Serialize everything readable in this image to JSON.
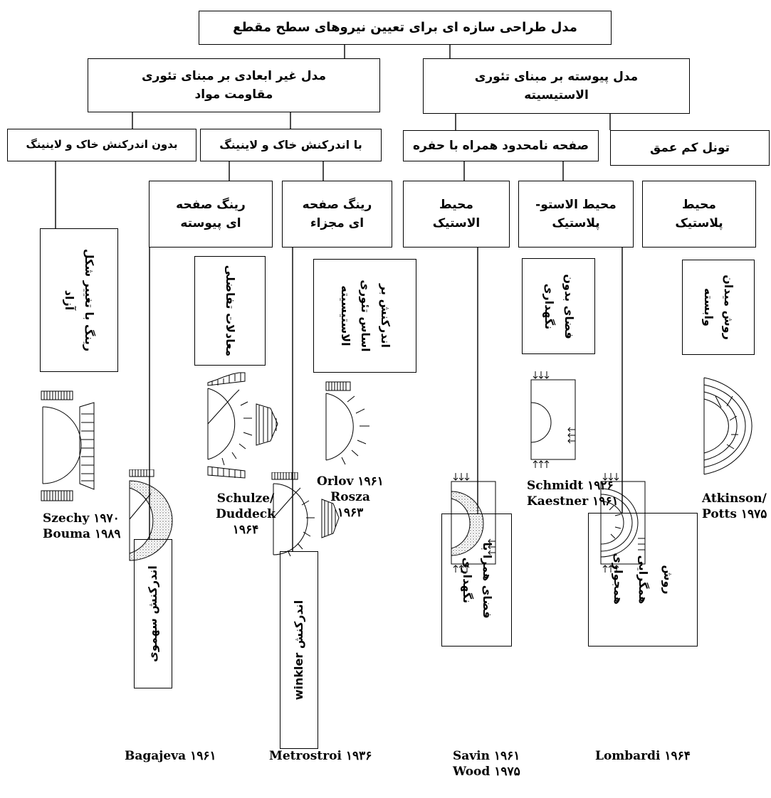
{
  "root": {
    "label": "مدل طراحی سازه ای برای تعیین نیروهای سطح مقطع"
  },
  "level1": {
    "non_dimensional": "مدل غیر ابعادی بر مبنای تئوری مقاومت مواد",
    "continuum": "مدل پیوسته بر مبنای تئوری الاستیسیته"
  },
  "level2": {
    "without_interaction": "بدون اندرکنش خاک و لاینینگ",
    "with_interaction": "با اندرکنش خاک و لاینینگ",
    "infinite_plate": "صفحه نامحدود همراه با حفره",
    "shallow_tunnel": "تونل کم عمق"
  },
  "level3": {
    "continuous_ring": "رینگ صفحه ای پیوسته",
    "segmented_ring": "رینگ صفحه ای مجزاء",
    "elastic_medium": "محیط الاستیک",
    "elasto_plastic_medium": "محیط الاستو- پلاستیک",
    "plastic_medium": "محیط پلاستیک"
  },
  "methods": {
    "free_deformation_ring": "رینگ با تغییر شکل آزاد",
    "differential_equations": "معادلات تفاضلی",
    "elasticity_interaction": "اندرکنش بر اساس تئوری الاستیسیته",
    "space_without_support": "فضای بدون نگهداری",
    "dependent_field": "روش میدان وابسته",
    "parabolic_interaction": "اندرکنش سهموی",
    "winkler_interaction": "اندرکنش winkler",
    "space_with_support": "فضای همرا با نگهداری",
    "convergence_confinement": "روش همگرایی همجواری"
  },
  "references": {
    "szechy_bouma": "Szechy ۱۹۷۰\nBouma ۱۹۸۹",
    "schulze_duddeck": "Schulze/\nDuddeck\n۱۹۶۴",
    "orlov_rosza": "Orlov ۱۹۶۱\nRosza\n۱۹۶۳",
    "schmidt_kaestner": "Schmidt ۱۹۲۶\nKaestner ۱۹۶۱",
    "atkinson_potts": "Atkinson/\nPotts ۱۹۷۵",
    "bagajeva": "Bagajeva ۱۹۶۱",
    "metrostroi": "Metrostroi ۱۹۳۶",
    "savin_wood": "Savin ۱۹۶۱\nWood ۱۹۷۵",
    "lombardi": "Lombardi ۱۹۶۴"
  }
}
